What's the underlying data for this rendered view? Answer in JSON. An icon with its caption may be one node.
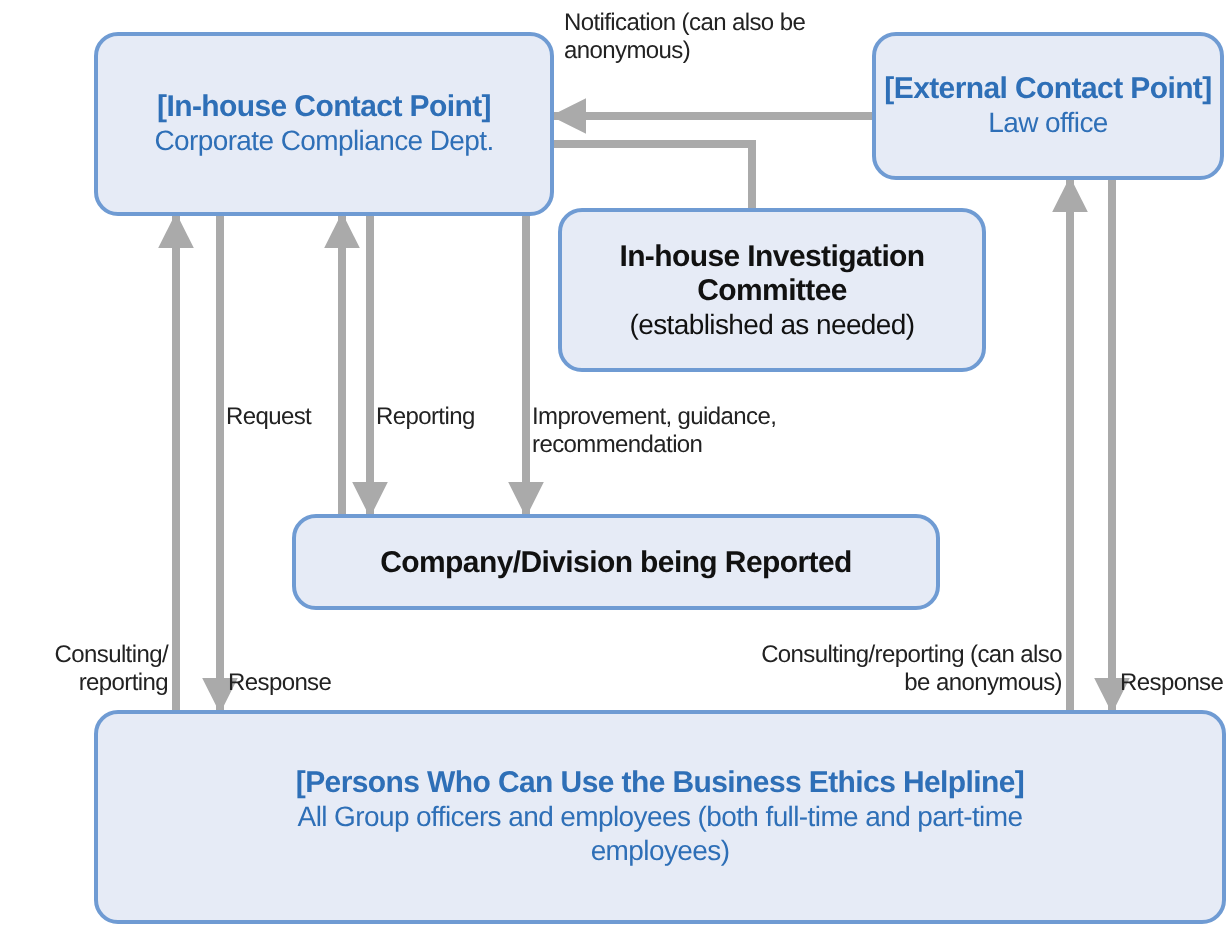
{
  "diagram": {
    "nodes": [
      {
        "text": [
          "[In-house Contact Point]",
          "Corporate Compliance Dept."
        ]
      },
      {
        "text": [
          "[External Contact Point]",
          "Law office"
        ]
      },
      {
        "text": [
          "In-house Investigation Committee",
          "(established as needed)"
        ]
      },
      {
        "text": [
          "Company/Division being Reported"
        ]
      },
      {
        "text": [
          "[Persons Who Can Use the Business Ethics Helpline]",
          "All Group officers and employees (both full-time and part-time employees)"
        ]
      }
    ],
    "edges": [
      {
        "from": 1,
        "to": 0,
        "arrow": "to",
        "label": "Notification (can also be anonymous)"
      },
      {
        "from": 2,
        "to": 0,
        "arrow": "none"
      },
      {
        "from": 4,
        "to": 0,
        "arrow": "to",
        "label": "Consulting/ reporting"
      },
      {
        "from": 0,
        "to": 4,
        "arrow": "to",
        "label": "Response"
      },
      {
        "from": 3,
        "to": 0,
        "arrow": "to",
        "label": "Request"
      },
      {
        "from": 0,
        "to": 3,
        "arrow": "to",
        "label": "Reporting"
      },
      {
        "from": 0,
        "to": 3,
        "arrow": "to",
        "label": "Improvement, guidance, recommendation"
      },
      {
        "from": 4,
        "to": 1,
        "arrow": "to",
        "label": "Consulting/reporting (can also be anonymous)"
      },
      {
        "from": 1,
        "to": 4,
        "arrow": "to",
        "label": "Response"
      }
    ]
  }
}
